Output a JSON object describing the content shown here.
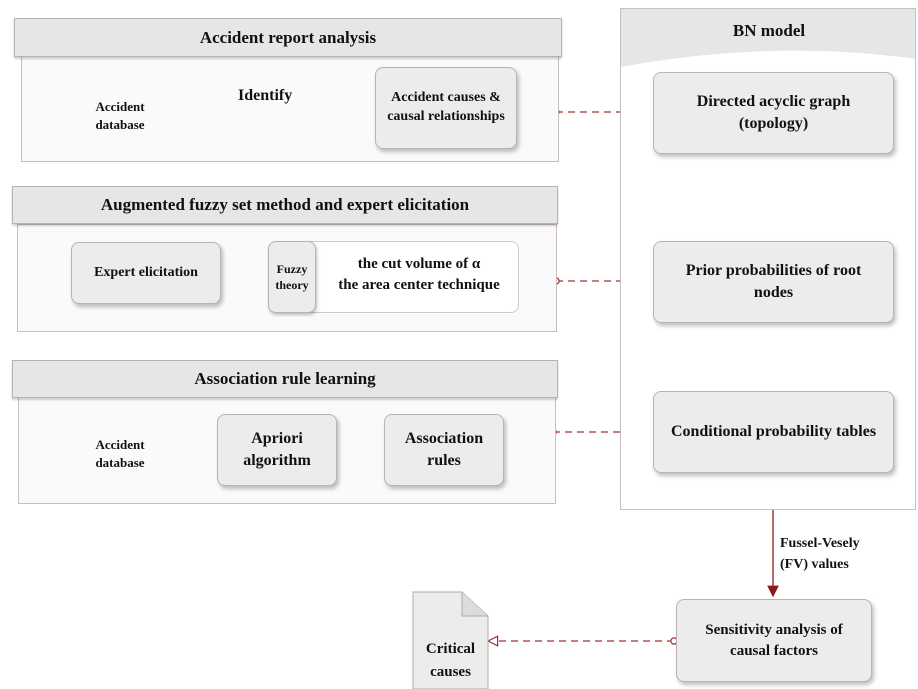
{
  "sections": {
    "accident": {
      "title": "Accident report analysis",
      "database_label": "Accident\ndatabase",
      "arrow_label": "Identify",
      "causes_label": "Accident causes &\ncausal relationships"
    },
    "fuzzy": {
      "title": "Augmented fuzzy set method and expert elicitation",
      "expert_label": "Expert elicitation",
      "fuzzy_theory_label": "Fuzzy\ntheory",
      "techniques": "the cut volume of α\nthe area center technique"
    },
    "association": {
      "title": "Association rule learning",
      "database_label": "Accident\ndatabase",
      "apriori_label": "Apriori\nalgorithm",
      "rules_label": "Association\nrules"
    }
  },
  "bn_model": {
    "title": "BN model",
    "dag_label": "Directed acyclic graph\n(topology)",
    "prior_label": "Prior probabilities of root\nnodes",
    "cpt_label": "Conditional probability tables"
  },
  "output": {
    "fv_label": "Fussel-Vesely\n(FV) values",
    "sensitivity_label": "Sensitivity analysis of\ncausal factors",
    "critical_label": "Critical\ncauses"
  },
  "colors": {
    "arrow": "#8b1a1a",
    "box_fill": "#ececec",
    "header_fill": "#e6e6e6"
  }
}
